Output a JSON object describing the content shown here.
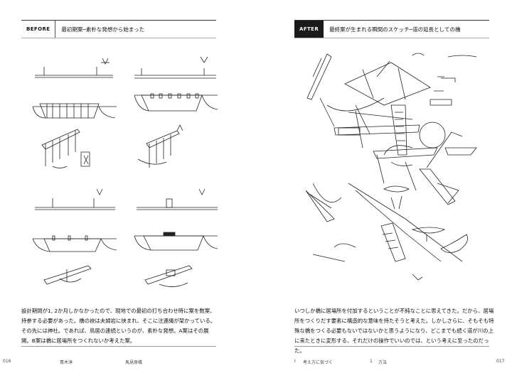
{
  "left_page": {
    "tag": "BEFORE",
    "title": "最初期案─素朴な発想から始まった",
    "body": "設計期間が1, 2か月しかなかったので、現地での最初の打ち合わせ時に案を数案、持参する必要があった。橋の袂は夫婦岩に挟まれ、そこに注連縄が架かっている。その先には神社。であれば、鳥居の連続というのが、素朴な発想。A案はその展開。B案は橋に居場所をつくれないか考えた案。",
    "page_number": "016",
    "author": "青木淳",
    "project": "馬見原橋"
  },
  "right_page": {
    "tag": "AFTER",
    "title": "最終案が生まれる瞬間のスケッチ─道の延長としての橋",
    "body": "いつしか橋に居場所を付加するということが不純なことに思えてきた。だから、居場所をつくりだす要素に構造的な意味を持たそうと考えた。しかしさらに、そもそも特殊な橋をつくる必要もないではないかと思うようになり、どこまでも続く道が川の上に来たときに変形する、それだけの操作でいいのでは、という考えに至ったのだった。",
    "chapter_marker": "I",
    "chapter": "考え方に気づく",
    "section_number": "1",
    "section": "方法",
    "page_number": "017"
  }
}
